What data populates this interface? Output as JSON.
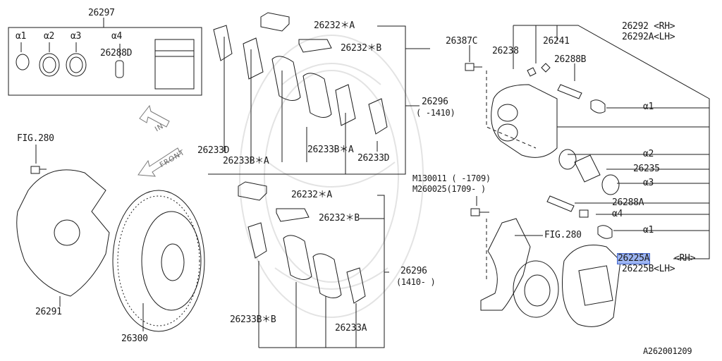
{
  "labels": {
    "kit": "26297",
    "a1": "α1",
    "a2": "α2",
    "a3": "α3",
    "a4": "α4",
    "kit_26288d": "26288D",
    "fig280_top": "FIG.280",
    "in_arrow": "IN",
    "front_arrow": "FRONT",
    "p26291": "26291",
    "p26300": "26300",
    "p26232a_1": "26232＊A",
    "p26232b_1": "26232＊B",
    "p26296_1": "26296",
    "p26296_1_range": "( -1410)",
    "p26233d_left": "26233D",
    "p26233ba_left": "26233B＊A",
    "p26233ba_mid": "26233B＊A",
    "p26233d_right": "26233D",
    "p26232a_2": "26232＊A",
    "p26232b_2": "26232＊B",
    "p26296_2": "26296",
    "p26296_2_range": "(1410- )",
    "p26233bb": "26233B＊B",
    "p26233a": "26233A",
    "m130011": "M130011 ( -1709)",
    "m260025": "M260025(1709- )",
    "fig280_mid": "FIG.280",
    "p26387c": "26387C",
    "p26241": "26241",
    "p26238": "26238",
    "p26288b": "26288B",
    "p26292_rh": "26292 <RH>",
    "p26292a_lh": "26292A<LH>",
    "r_a1_top": "α1",
    "r_a2": "α2",
    "r_26235": "26235",
    "r_a3": "α3",
    "r_26288a": "26288A",
    "r_a4": "α4",
    "r_a1_bot": "α1",
    "p26225a": "26225A",
    "p26225a_side": "<RH>",
    "p26225b": "26225B<LH>",
    "diagram_id": "A262001209"
  },
  "colors": {
    "line": "#1a1a1a",
    "highlight": "#9db5f2",
    "watermark": "#e3e3e3"
  }
}
